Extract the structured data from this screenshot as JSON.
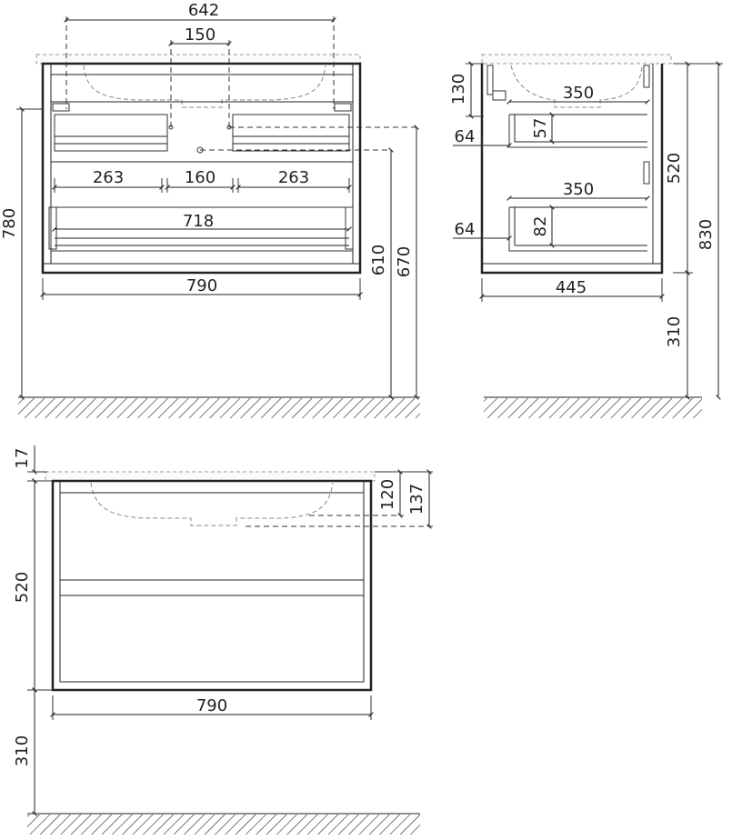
{
  "front_view": {
    "width_top": "642",
    "drain_spacing": "150",
    "drawer_left": "263",
    "middle_gap": "160",
    "drawer_right": "263",
    "inner_width": "718",
    "total_width": "790",
    "total_height": "780",
    "height_610": "610",
    "height_670": "670"
  },
  "side_view": {
    "top_height": "130",
    "depth_upper": "350",
    "depth_lower": "350",
    "slot_57": "57",
    "slot_82": "82",
    "offset_upper": "64",
    "offset_lower": "64",
    "body_height": "520",
    "full_height": "830",
    "floor_gap": "310",
    "total_depth": "445"
  },
  "rear_view": {
    "top_thickness": "17",
    "basin_depth": "120",
    "basin_total": "137",
    "body_height": "520",
    "floor_gap": "310",
    "total_width": "790"
  }
}
